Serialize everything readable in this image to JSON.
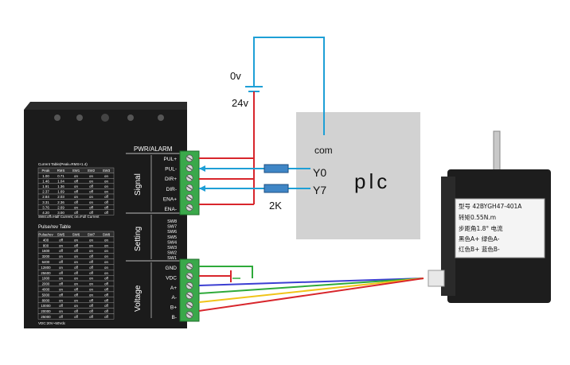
{
  "power": {
    "top_label": "0v",
    "bottom_label": "24v"
  },
  "plc": {
    "label": "plc",
    "com_label": "com",
    "y0_label": "Y0",
    "y7_label": "Y7"
  },
  "resistor_label": "2K",
  "driver": {
    "header": "PWR/ALARM",
    "signal_title": "Signal",
    "signal_pins": [
      "PUL+",
      "PUL-",
      "DIR+",
      "DIR-",
      "ENA+",
      "ENA-"
    ],
    "setting_title": "Setting",
    "setting_pins": [
      "SW8",
      "SW7",
      "SW6",
      "SW5",
      "SW4",
      "SW3",
      "SW2",
      "SW1"
    ],
    "voltage_title": "Voltage",
    "voltage_pins": [
      "GND",
      "VDC",
      "A+",
      "A-",
      "B+",
      "B-"
    ],
    "current_table": {
      "caption": "Current Table(Peak=RMS×1.4)",
      "headers": [
        "Peak",
        "RMS",
        "SW1",
        "SW2",
        "SW3"
      ],
      "rows": [
        [
          "1.00",
          "0.71",
          "on",
          "on",
          "on"
        ],
        [
          "1.46",
          "1.04",
          "off",
          "on",
          "on"
        ],
        [
          "1.91",
          "1.36",
          "on",
          "off",
          "on"
        ],
        [
          "2.37",
          "1.69",
          "off",
          "off",
          "on"
        ],
        [
          "2.84",
          "2.03",
          "on",
          "on",
          "off"
        ],
        [
          "3.31",
          "2.36",
          "off",
          "on",
          "off"
        ],
        [
          "3.76",
          "2.69",
          "on",
          "off",
          "off"
        ],
        [
          "4.20",
          "3.00",
          "off",
          "off",
          "off"
        ]
      ],
      "note": "SW4:off=Half Current; on=Full Current"
    },
    "pulse_table": {
      "caption": "Pulse/rev Table",
      "headers": [
        "Pulse/rev",
        "SW5",
        "SW6",
        "SW7",
        "SW8"
      ],
      "rows": [
        [
          "400",
          "off",
          "on",
          "on",
          "on"
        ],
        [
          "800",
          "on",
          "off",
          "on",
          "on"
        ],
        [
          "1600",
          "off",
          "off",
          "on",
          "on"
        ],
        [
          "3200",
          "on",
          "on",
          "off",
          "on"
        ],
        [
          "6400",
          "off",
          "on",
          "off",
          "on"
        ],
        [
          "12800",
          "on",
          "off",
          "off",
          "on"
        ],
        [
          "25600",
          "off",
          "off",
          "off",
          "on"
        ],
        [
          "1000",
          "on",
          "on",
          "on",
          "off"
        ],
        [
          "2000",
          "off",
          "on",
          "on",
          "off"
        ],
        [
          "4000",
          "on",
          "off",
          "on",
          "off"
        ],
        [
          "5000",
          "off",
          "off",
          "on",
          "off"
        ],
        [
          "8000",
          "on",
          "on",
          "off",
          "off"
        ],
        [
          "10000",
          "off",
          "on",
          "off",
          "off"
        ],
        [
          "20000",
          "on",
          "off",
          "off",
          "off"
        ],
        [
          "25000",
          "off",
          "off",
          "off",
          "off"
        ]
      ]
    },
    "vdc_note": "VDC:20V~50Vdc"
  },
  "motor": {
    "model": "型号 42BYGH47-401A",
    "torque": "转矩0.55N.m",
    "step": "步距角1.8°  电流",
    "wire1": "黑色A+    绿色A-",
    "wire2": "红色B+    蓝色B-"
  },
  "colors": {
    "background": "#ffffff",
    "wire_red": "#d8262c",
    "wire_blue": "#1e9fd6",
    "wire_green": "#2eaa3a",
    "wire_yellow": "#f0c419",
    "wire_purple": "#3b3ed2",
    "plc_fill": "#d2d2d2",
    "driver_body": "#1b1b1b",
    "terminal_green": "#3aa84a",
    "resistor_fill": "#3f86c6"
  },
  "icons": [
    "battery-symbol-icon",
    "resistor-icon",
    "screw-terminal-icon",
    "led-icon"
  ]
}
